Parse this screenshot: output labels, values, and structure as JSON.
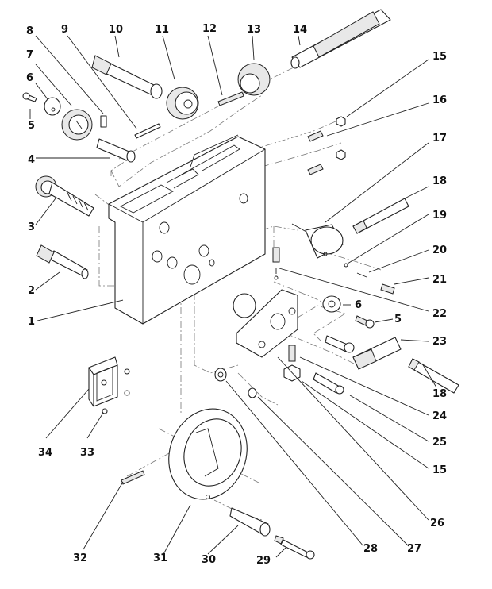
{
  "title": "Apron / gearbox exploded parts diagram",
  "colors": {
    "line": "#222222",
    "background": "#ffffff",
    "centerline": "#777777"
  },
  "callouts": [
    {
      "id": "c1",
      "number": "1",
      "part": "housing-block"
    },
    {
      "id": "c2",
      "number": "2",
      "part": "pinion-shaft"
    },
    {
      "id": "c3",
      "number": "3",
      "part": "worm-gear-shaft"
    },
    {
      "id": "c4",
      "number": "4",
      "part": "stub-shaft"
    },
    {
      "id": "c5a",
      "number": "5",
      "part": "screw"
    },
    {
      "id": "c6a",
      "number": "6",
      "part": "washer"
    },
    {
      "id": "c7",
      "number": "7",
      "part": "spur-gear"
    },
    {
      "id": "c8",
      "number": "8",
      "part": "key-pin"
    },
    {
      "id": "c9",
      "number": "9",
      "part": "dowel-pin"
    },
    {
      "id": "c10",
      "number": "10",
      "part": "splined-shaft"
    },
    {
      "id": "c11",
      "number": "11",
      "part": "gear"
    },
    {
      "id": "c12",
      "number": "12",
      "part": "roll-pin"
    },
    {
      "id": "c13",
      "number": "13",
      "part": "worm-wheel"
    },
    {
      "id": "c14",
      "number": "14",
      "part": "worm-shaft"
    },
    {
      "id": "c15a",
      "number": "15",
      "part": "hex-nut"
    },
    {
      "id": "c16",
      "number": "16",
      "part": "set-screw"
    },
    {
      "id": "c17",
      "number": "17",
      "part": "knob-body"
    },
    {
      "id": "c18a",
      "number": "18",
      "part": "handle-rod"
    },
    {
      "id": "c19",
      "number": "19",
      "part": "ball"
    },
    {
      "id": "c20",
      "number": "20",
      "part": "spring"
    },
    {
      "id": "c21",
      "number": "21",
      "part": "grub-screw"
    },
    {
      "id": "c22",
      "number": "22",
      "part": "detent-spring-set"
    },
    {
      "id": "c6b",
      "number": "6",
      "part": "washer"
    },
    {
      "id": "c5b",
      "number": "5",
      "part": "screw"
    },
    {
      "id": "c23",
      "number": "23",
      "part": "splined-coupling"
    },
    {
      "id": "c18b",
      "number": "18",
      "part": "handle-rod"
    },
    {
      "id": "c24",
      "number": "24",
      "part": "spring"
    },
    {
      "id": "c25",
      "number": "25",
      "part": "cap-screw"
    },
    {
      "id": "c15b",
      "number": "15",
      "part": "hex-nut"
    },
    {
      "id": "c26",
      "number": "26",
      "part": "bracket"
    },
    {
      "id": "c27",
      "number": "27",
      "part": "nut"
    },
    {
      "id": "c28",
      "number": "28",
      "part": "ring"
    },
    {
      "id": "c29",
      "number": "29",
      "part": "handle-screw"
    },
    {
      "id": "c30",
      "number": "30",
      "part": "handle-grip"
    },
    {
      "id": "c31",
      "number": "31",
      "part": "handwheel"
    },
    {
      "id": "c32",
      "number": "32",
      "part": "pin"
    },
    {
      "id": "c33",
      "number": "33",
      "part": "screw"
    },
    {
      "id": "c34",
      "number": "34",
      "part": "cover-plate"
    }
  ]
}
